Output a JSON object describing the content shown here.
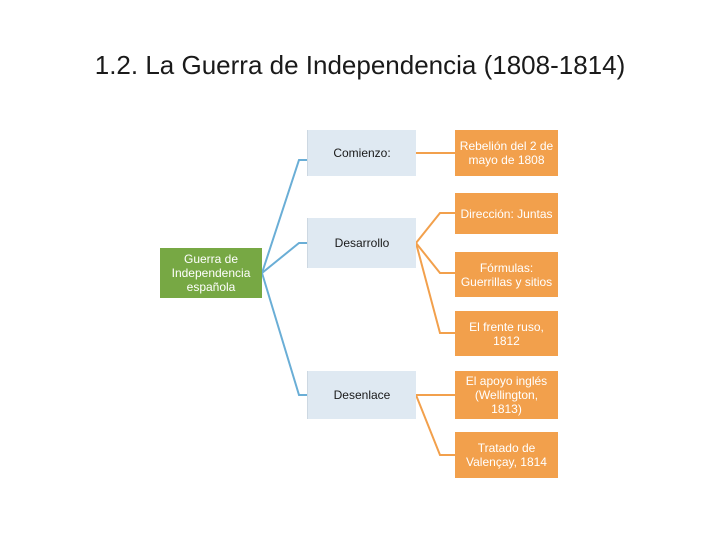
{
  "title": "1.2. La Guerra de Independencia (1808-1814)",
  "colors": {
    "root": "#77a844",
    "middle": "#dfe9f2",
    "leaf": "#f2a04c",
    "root_link": "#6aaed6",
    "leaf_link": "#f2a04c"
  },
  "diagram": {
    "root": "Guerra de Independencia española",
    "branches": [
      {
        "label": "Comienzo:",
        "children": [
          "Rebelión del 2 de mayo de 1808"
        ]
      },
      {
        "label": "Desarrollo",
        "children": [
          "Dirección: Juntas",
          "Fórmulas: Guerrillas y sitios",
          "El frente ruso, 1812"
        ]
      },
      {
        "label": "Desenlace",
        "children": [
          "El apoyo inglés (Wellington, 1813)",
          "Tratado de Valençay, 1814"
        ]
      }
    ]
  }
}
